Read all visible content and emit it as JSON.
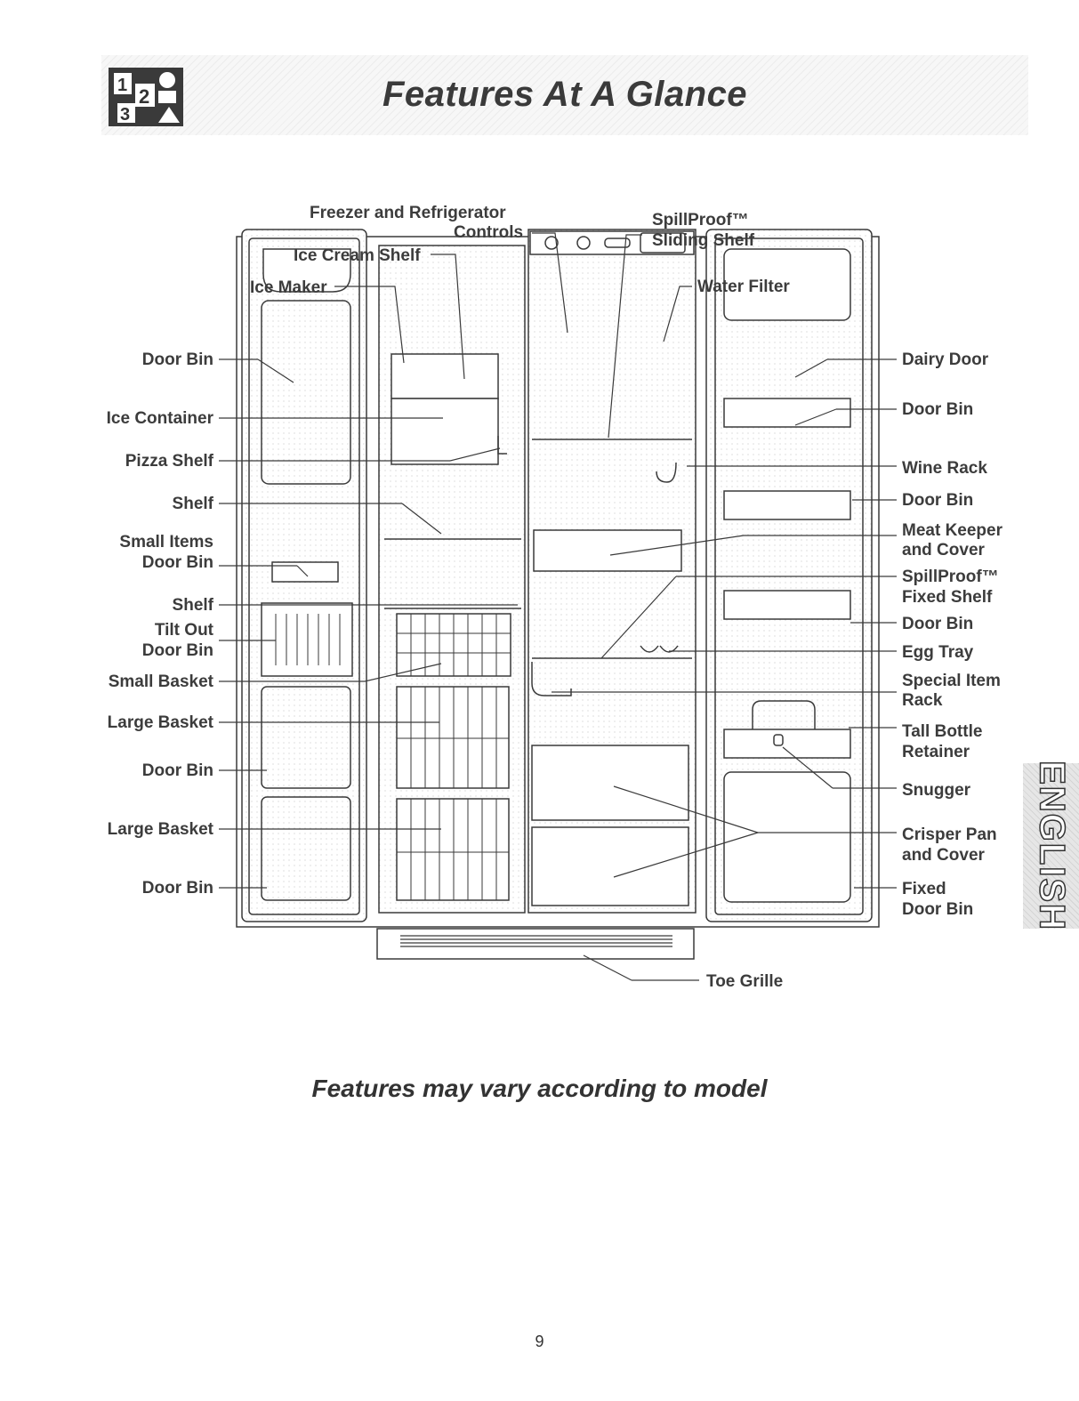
{
  "header": {
    "title": "Features At A Glance",
    "icon": "steps-1-2-3-icon"
  },
  "labels": {
    "freezer_refrigerator_controls_1": "Freezer and Refrigerator",
    "freezer_refrigerator_controls_2": "Controls",
    "ice_cream_shelf": "Ice Cream Shelf",
    "ice_maker": "Ice Maker",
    "spillproof_sliding_1": "SpillProof™",
    "spillproof_sliding_2": "Sliding Shelf",
    "water_filter": "Water Filter",
    "door_bin": "Door Bin",
    "ice_container": "Ice Container",
    "pizza_shelf": "Pizza Shelf",
    "shelf": "Shelf",
    "small_items_1": "Small Items",
    "small_items_2": "Door Bin",
    "tilt_out_1": "Tilt Out",
    "tilt_out_2": "Door Bin",
    "small_basket": "Small Basket",
    "large_basket": "Large Basket",
    "dairy_door": "Dairy Door",
    "wine_rack": "Wine Rack",
    "meat_keeper_1": "Meat Keeper",
    "meat_keeper_2": "and Cover",
    "spillproof_fixed_1": "SpillProof™",
    "spillproof_fixed_2": "Fixed Shelf",
    "egg_tray": "Egg Tray",
    "special_item_1": "Special Item",
    "special_item_2": "Rack",
    "tall_bottle_1": "Tall Bottle",
    "tall_bottle_2": "Retainer",
    "snugger": "Snugger",
    "crisper_1": "Crisper Pan",
    "crisper_2": "and Cover",
    "fixed_bin_1": "Fixed",
    "fixed_bin_2": "Door Bin",
    "toe_grille": "Toe Grille"
  },
  "note": "Features may vary according to model",
  "page_number": "9",
  "language_tab": "ENGLISH"
}
